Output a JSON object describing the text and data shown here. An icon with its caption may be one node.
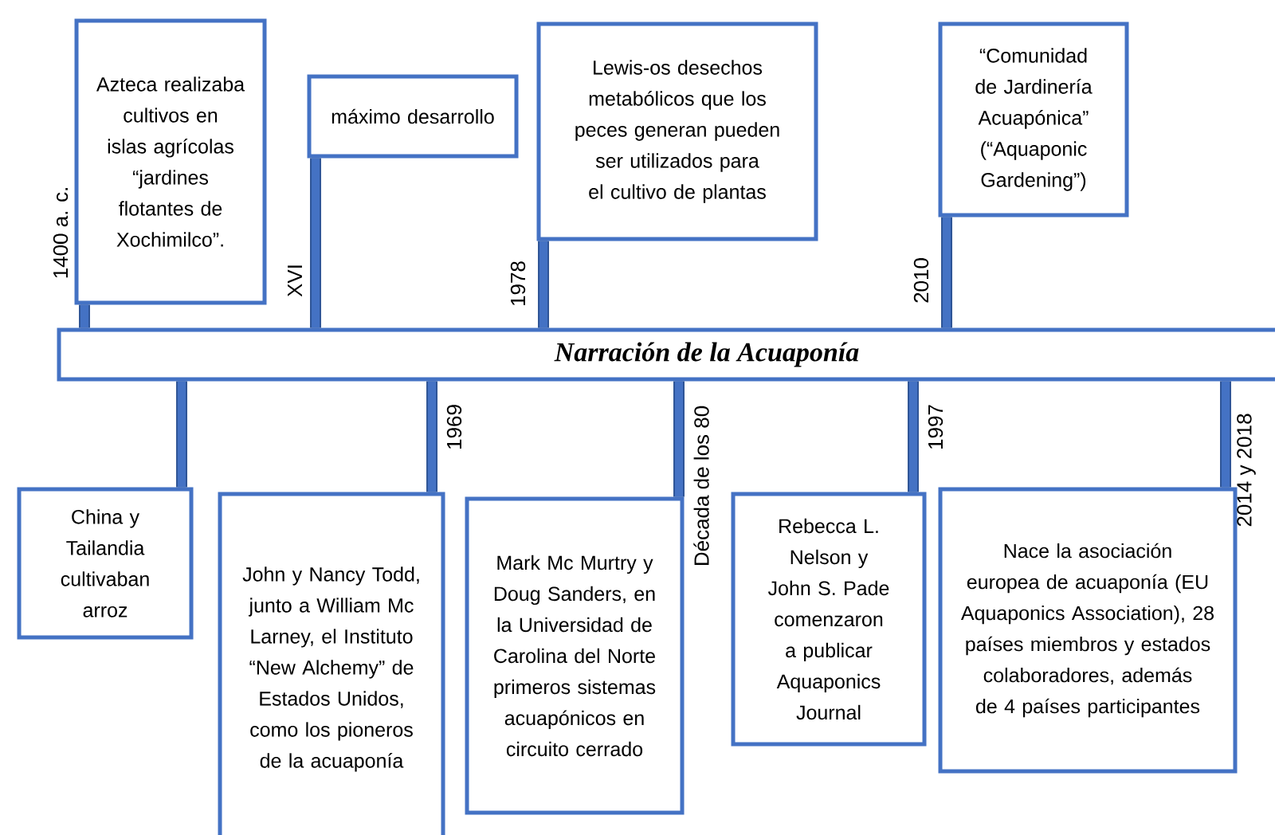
{
  "diagram": {
    "nodes": [
      {
        "text": [
          "Narración de la Acuaponía"
        ]
      },
      {
        "text": [
          "Azteca realizaba cultivos en islas agrícolas “jardines flotantes de Xochimilco”."
        ]
      },
      {
        "text": [
          "máximo desarrollo"
        ]
      },
      {
        "text": [
          "Lewis-os desechos metabólicos que los peces generan pueden ser utilizados para el cultivo de plantas"
        ]
      },
      {
        "text": [
          "“Comunidad de Jardinería Acuapónica” (“Aquaponic Gardening”)"
        ]
      },
      {
        "text": [
          "China y Tailandia cultivaban arroz"
        ]
      },
      {
        "text": [
          "John y Nancy Todd, junto a William Mc Larney, el Instituto “New Alchemy” de Estados Unidos, como los pioneros de la acuaponía"
        ]
      },
      {
        "text": [
          "Mark Mc Murtry y Doug Sanders, en la Universidad de Carolina del Norte primeros sistemas acuapónicos en circuito cerrado"
        ]
      },
      {
        "text": [
          "Rebecca L. Nelson y John S. Pade comenzaron a publicar Aquaponics Journal"
        ]
      },
      {
        "text": [
          "Nace la asociación europea de acuaponía (EU Aquaponics Association), 28 países miembros y estados colaboradores, además de 4 países participantes"
        ]
      }
    ],
    "edges": [
      {
        "from": 0,
        "to": 1,
        "arrow": "none"
      },
      {
        "from": 0,
        "to": 2,
        "arrow": "none"
      },
      {
        "from": 0,
        "to": 3,
        "arrow": "none"
      },
      {
        "from": 0,
        "to": 4,
        "arrow": "none"
      },
      {
        "from": 0,
        "to": 5,
        "arrow": "none"
      },
      {
        "from": 0,
        "to": 6,
        "arrow": "none"
      },
      {
        "from": 0,
        "to": 7,
        "arrow": "none"
      },
      {
        "from": 0,
        "to": 8,
        "arrow": "none"
      },
      {
        "from": 0,
        "to": 9,
        "arrow": "none"
      }
    ],
    "labels": [
      "1400 a. c.",
      "XVI",
      "1978",
      "2010",
      "1969",
      "Década de los 80",
      "1997",
      "2014 y 2018"
    ]
  }
}
